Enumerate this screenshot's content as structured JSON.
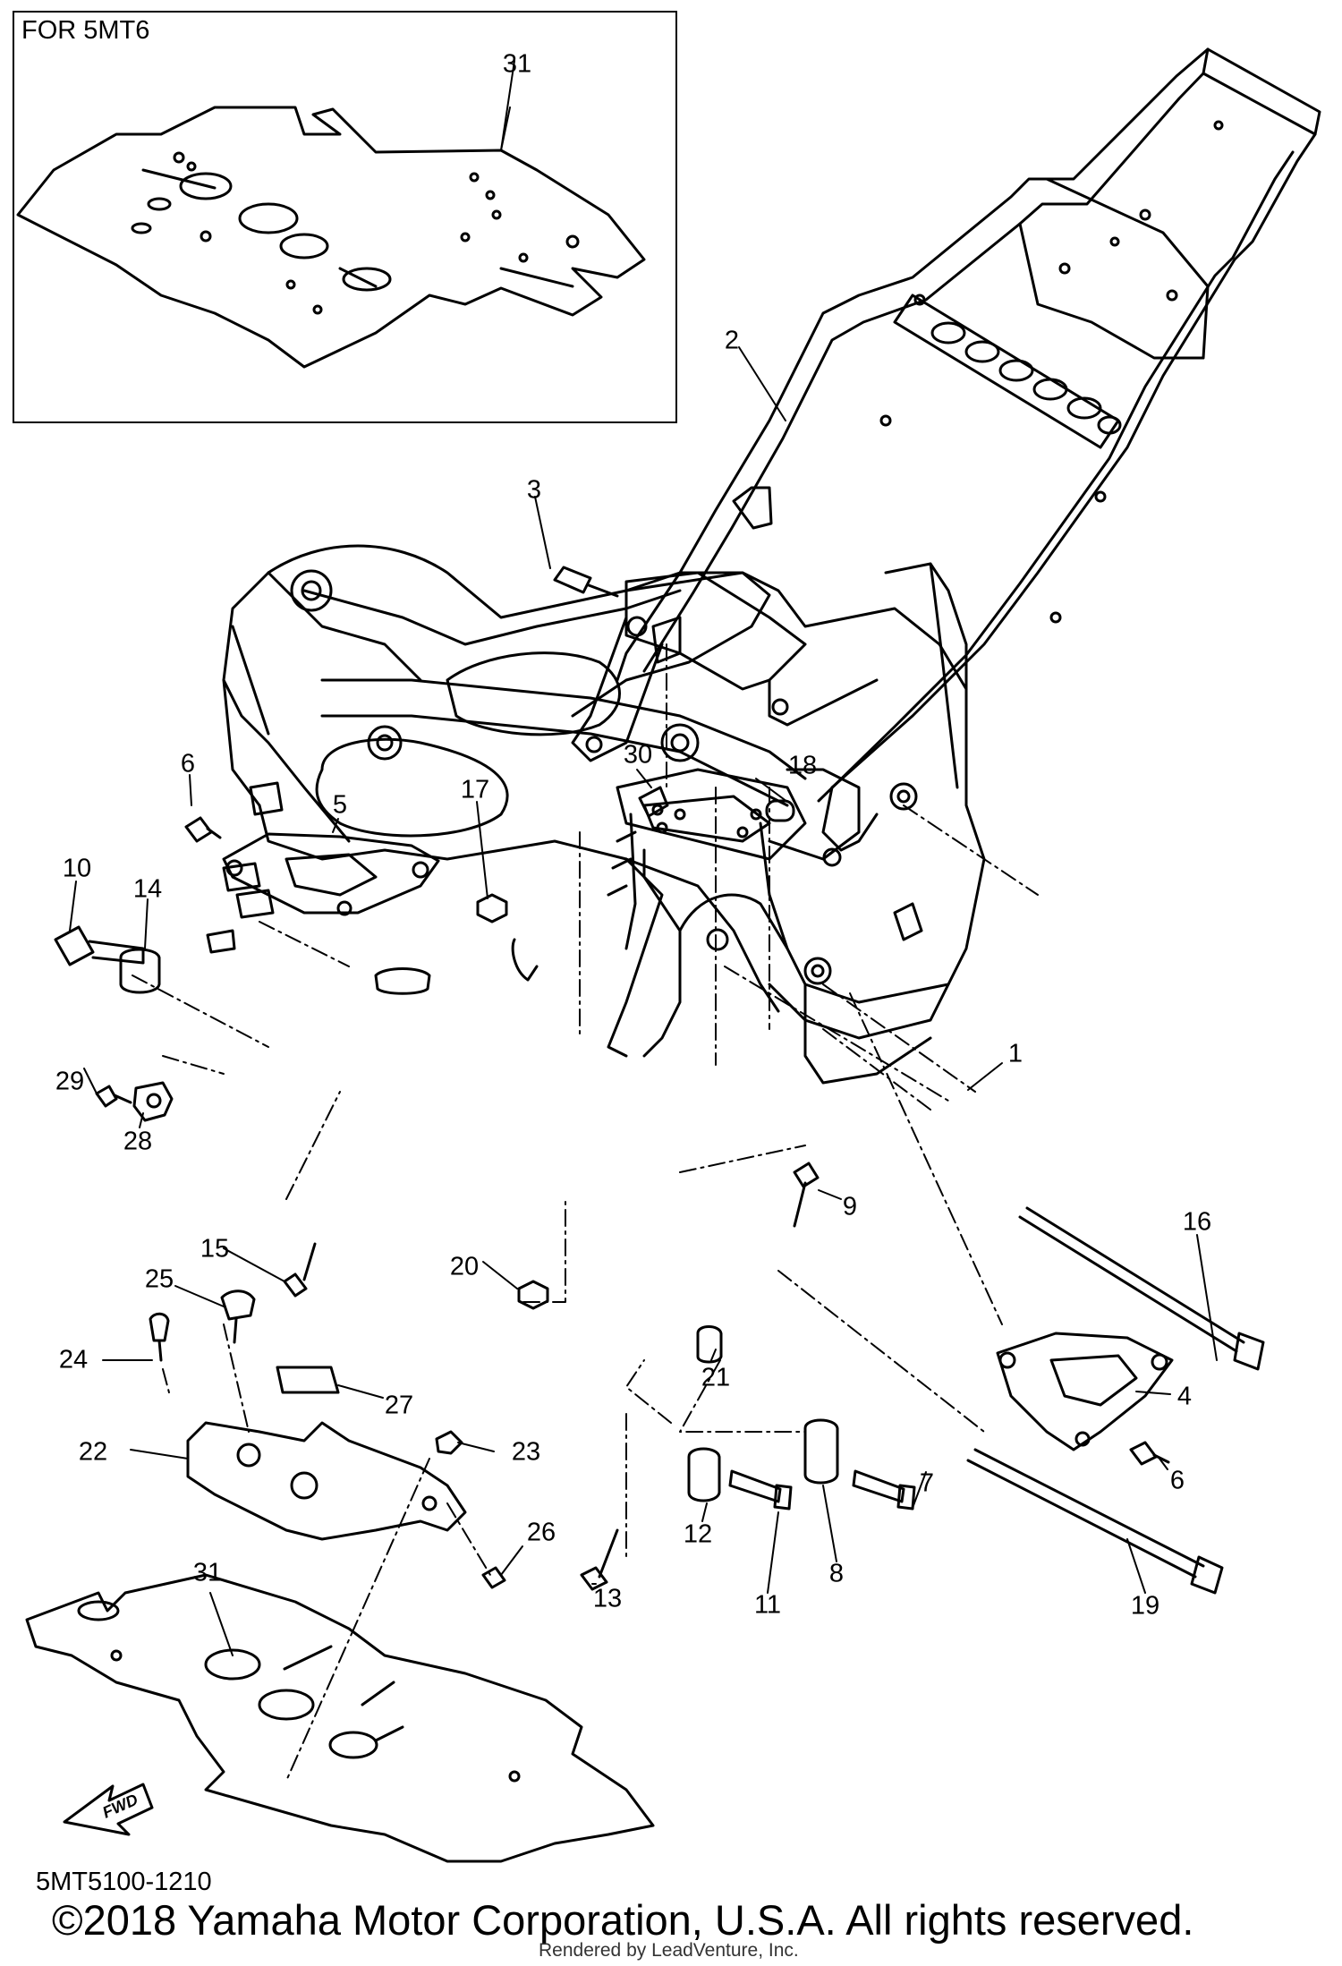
{
  "inset": {
    "title": "FOR 5MT6"
  },
  "callouts": {
    "n1": "1",
    "n2": "2",
    "n3": "3",
    "n4": "4",
    "n5": "5",
    "n6a": "6",
    "n6b": "6",
    "n7": "7",
    "n8": "8",
    "n9": "9",
    "n10": "10",
    "n11": "11",
    "n12": "12",
    "n13": "13",
    "n14": "14",
    "n15": "15",
    "n16": "16",
    "n17": "17",
    "n18": "18",
    "n19": "19",
    "n20": "20",
    "n21": "21",
    "n22": "22",
    "n23": "23",
    "n24": "24",
    "n25": "25",
    "n26": "26",
    "n27": "27",
    "n28": "28",
    "n29": "29",
    "n30": "30",
    "n31a": "31",
    "n31b": "31"
  },
  "direction": {
    "label": "FWD"
  },
  "footer": {
    "diagram_code": "5MT5100-1210",
    "copyright": "©2018 Yamaha Motor Corporation, U.S.A. All rights reserved.",
    "rendered_by": "Rendered by LeadVenture, Inc."
  }
}
